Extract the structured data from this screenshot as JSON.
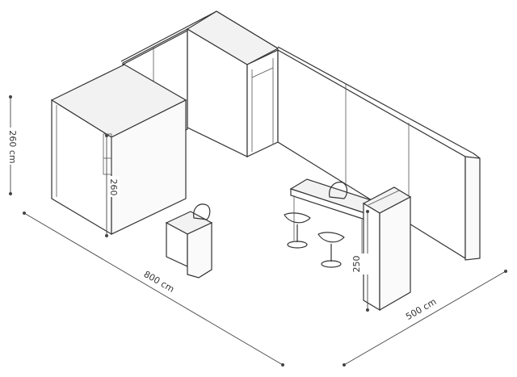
{
  "dimensions": {
    "height_left": "260 cm",
    "length": "800 cm",
    "depth": "500 cm",
    "cabin_height": "260",
    "column_height": "250"
  },
  "colors": {
    "line": "#333333",
    "background": "#ffffff"
  }
}
